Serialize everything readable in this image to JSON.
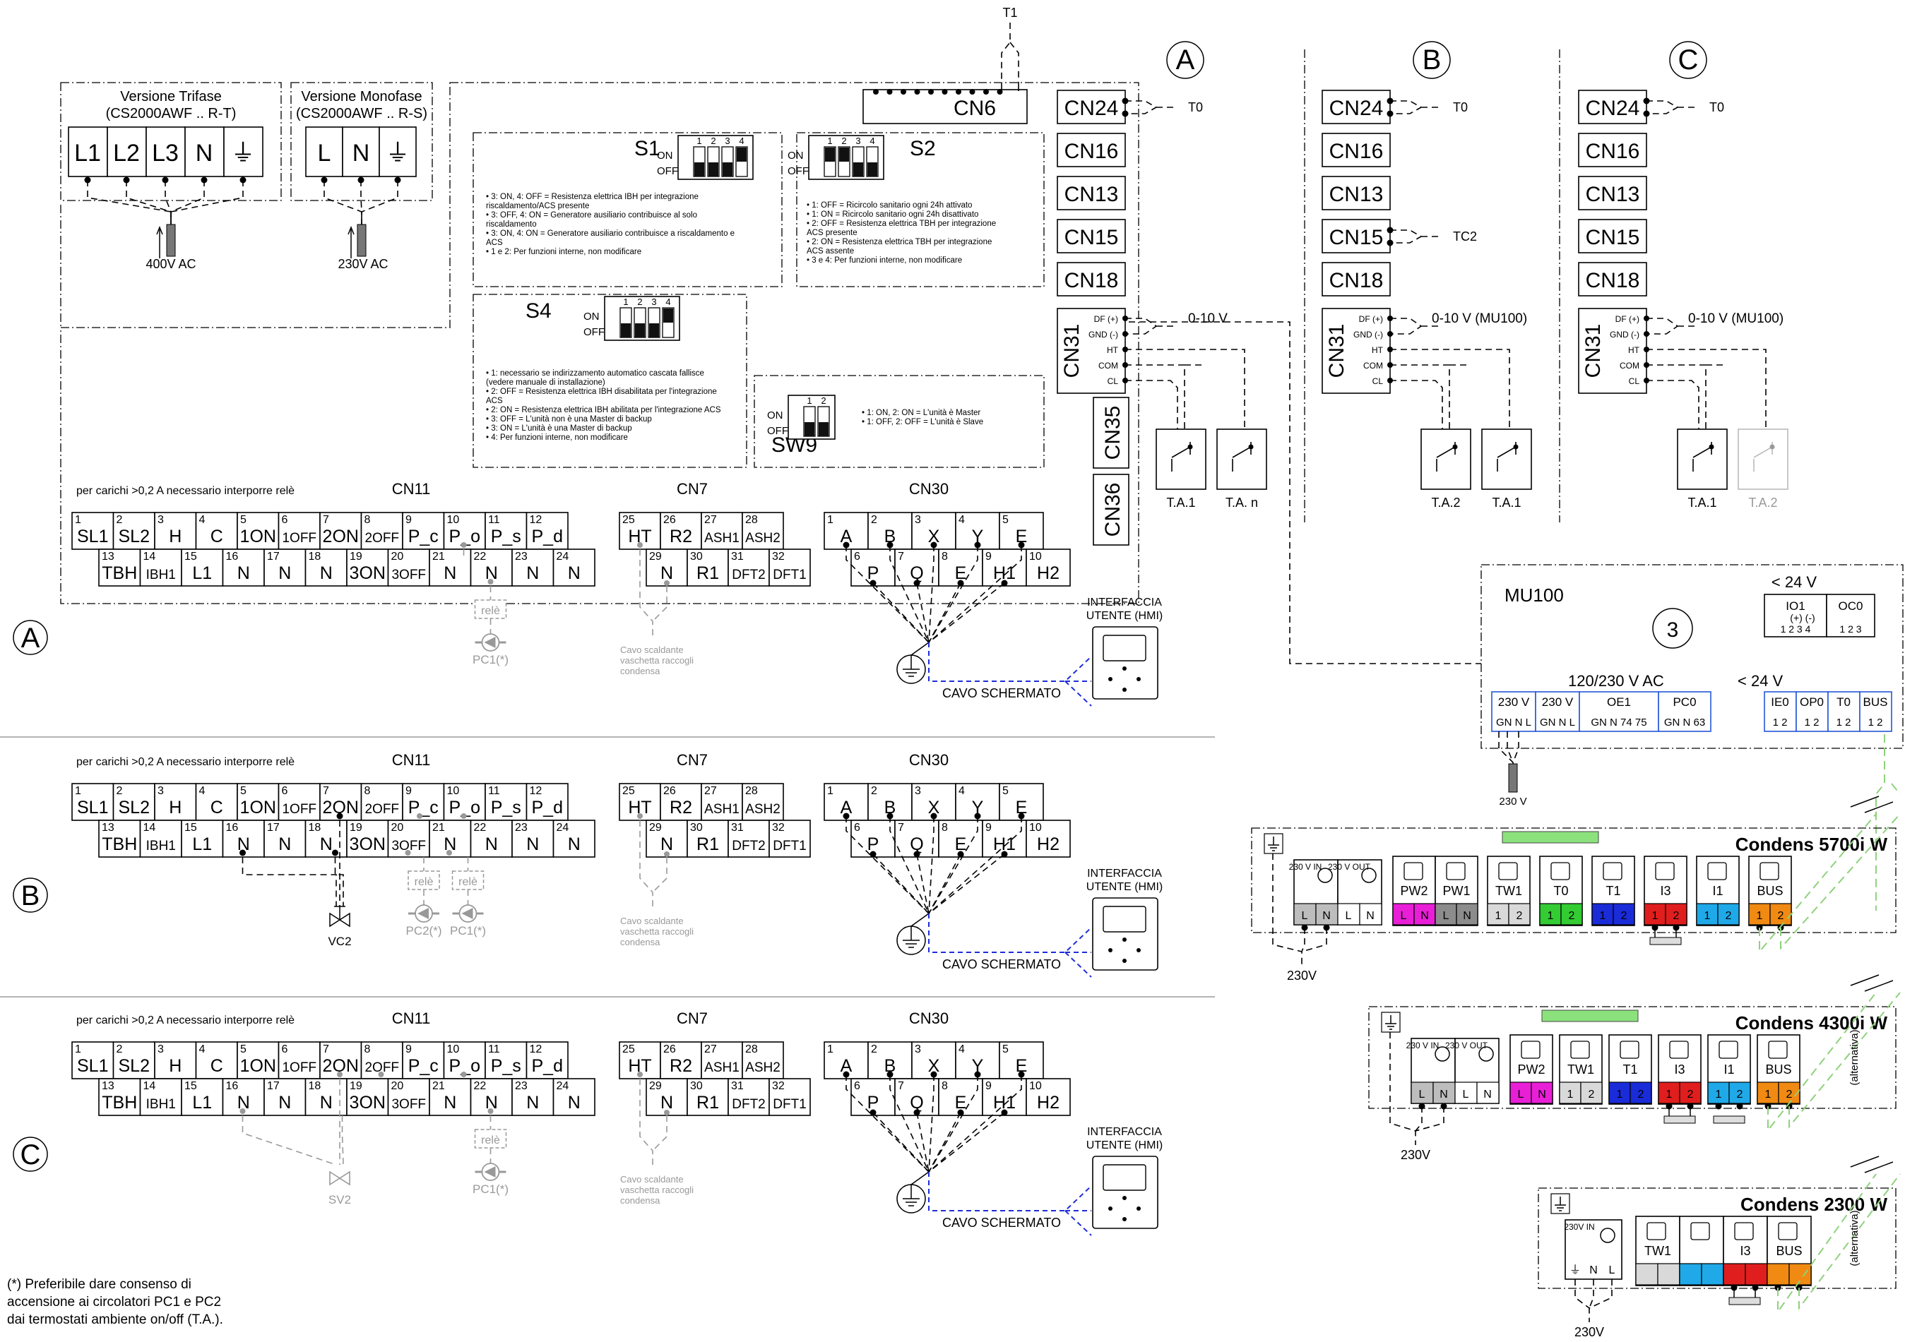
{
  "power": {
    "trifase_title": "Versione Trifase",
    "trifase_model": "(CS2000AWF .. R-T)",
    "trifase_terms": [
      "L1",
      "L2",
      "L3",
      "N",
      "⏚"
    ],
    "trifase_volt": "400V AC",
    "mono_title": "Versione Monofase",
    "mono_model": "(CS2000AWF .. R-S)",
    "mono_terms": [
      "L",
      "N",
      "⏚"
    ],
    "mono_volt": "230V AC"
  },
  "top": {
    "t1": "T1",
    "cn6": "CN6",
    "t0": "T0",
    "tc2": "TC2",
    "zero10": "0-10 V",
    "zero10mu": "0-10 V (MU100)"
  },
  "connectors": [
    "CN24",
    "CN16",
    "CN13",
    "CN15",
    "CN18"
  ],
  "cn31": {
    "label": "CN31",
    "pins": [
      "DF (+)",
      "GND (-)",
      "HT",
      "COM",
      "CL"
    ]
  },
  "cn35": "CN35",
  "cn36": "CN36",
  "ta": {
    "ta1": "T.A.1",
    "tan": "T.A. n",
    "ta2": "T.A.2"
  },
  "columns": {
    "a": "A",
    "b": "B",
    "c": "C"
  },
  "s1": {
    "title": "S1",
    "nums": [
      "1",
      "2",
      "3",
      "4"
    ],
    "on": "ON",
    "off": "OFF",
    "notes": [
      "• 3: ON, 4: OFF = Resistenza elettrica IBH per integrazione",
      "riscaldamento/ACS presente",
      "• 3: OFF, 4: ON = Generatore ausiliario contribuisce al solo",
      "riscaldamento",
      "• 3: ON, 4: ON = Generatore ausiliario contribuisce a riscaldamento e",
      "ACS",
      "• 1 e 2: Per funzioni interne, non modificare"
    ]
  },
  "s2": {
    "title": "S2",
    "nums": [
      "1",
      "2",
      "3",
      "4"
    ],
    "on": "ON",
    "off": "OFF",
    "notes": [
      "• 1: OFF = Ricircolo sanitario ogni 24h attivato",
      "• 1: ON = Ricircolo sanitario ogni 24h disattivato",
      "• 2: OFF = Resistenza elettrica TBH per integrazione",
      "ACS presente",
      "• 2: ON = Resistenza elettrica TBH per integrazione",
      "ACS  assente",
      "• 3 e 4: Per funzioni interne, non modificare"
    ]
  },
  "s4": {
    "title": "S4",
    "nums": [
      "1",
      "2",
      "3",
      "4"
    ],
    "on": "ON",
    "off": "OFF",
    "notes": [
      "• 1: necessario se indirizzamento automatico cascata fallisce",
      "(vedere manuale di installazione)",
      "• 2: OFF = Resistenza elettrica IBH disabilitata per l'integrazione",
      "ACS",
      "• 2: ON = Resistenza elettrica IBH abilitata per l'integrazione ACS",
      "• 3: OFF = L'unità non è una Master di backup",
      "• 3: ON = L'unità è una Master di backup",
      "• 4: Per funzioni interne, non modificare"
    ]
  },
  "sw9": {
    "title": "SW9",
    "nums": [
      "1",
      "2"
    ],
    "on": "ON",
    "off": "OFF",
    "notes": [
      "• 1: ON, 2: ON = L'unità è Master",
      "• 1: OFF, 2: OFF = L'unità è Slave"
    ]
  },
  "sections": {
    "note_relay": "per carichi >0,2 A necessario interporre relè",
    "cn11": "CN11",
    "cn7": "CN7",
    "cn30": "CN30",
    "cn11_top": [
      [
        "1",
        "SL1"
      ],
      [
        "2",
        "SL2"
      ],
      [
        "3",
        "H"
      ],
      [
        "4",
        "C"
      ],
      [
        "5",
        "1ON"
      ],
      [
        "6",
        "1OFF"
      ],
      [
        "7",
        "2ON"
      ],
      [
        "8",
        "2OFF"
      ],
      [
        "9",
        "P_c"
      ],
      [
        "10",
        "P_o"
      ],
      [
        "11",
        "P_s"
      ],
      [
        "12",
        "P_d"
      ]
    ],
    "cn11_bot": [
      [
        "13",
        "TBH"
      ],
      [
        "14",
        "IBH1"
      ],
      [
        "15",
        "L1"
      ],
      [
        "16",
        "N"
      ],
      [
        "17",
        "N"
      ],
      [
        "18",
        "N"
      ],
      [
        "19",
        "3ON"
      ],
      [
        "20",
        "3OFF"
      ],
      [
        "21",
        "N"
      ],
      [
        "22",
        "N"
      ],
      [
        "23",
        "N"
      ],
      [
        "24",
        "N"
      ]
    ],
    "cn7_top": [
      [
        "25",
        "HT"
      ],
      [
        "26",
        "R2"
      ],
      [
        "27",
        "ASH1"
      ],
      [
        "28",
        "ASH2"
      ]
    ],
    "cn7_bot": [
      [
        "29",
        "N"
      ],
      [
        "30",
        "R1"
      ],
      [
        "31",
        "DFT2"
      ],
      [
        "32",
        "DFT1"
      ]
    ],
    "cn30_top": [
      [
        "1",
        "A"
      ],
      [
        "2",
        "B"
      ],
      [
        "3",
        "X"
      ],
      [
        "4",
        "Y"
      ],
      [
        "5",
        "E"
      ]
    ],
    "cn30_bot": [
      [
        "6",
        "P"
      ],
      [
        "7",
        "Q"
      ],
      [
        "8",
        "E"
      ],
      [
        "9",
        "H1"
      ],
      [
        "10",
        "H2"
      ]
    ],
    "rele": "relè",
    "pc1": "PC1(*)",
    "pc2": "PC2(*)",
    "vc2": "VC2",
    "sv2": "SV2",
    "cavo_scaldante": [
      "Cavo scaldante",
      "vaschetta raccogli",
      "condensa"
    ],
    "hmi": [
      "INTERFACCIA",
      "UTENTE (HMI)"
    ],
    "cavo_schermato": "CAVO SCHERMATO"
  },
  "footnote": [
    "(*) Preferibile dare consenso di",
    "accensione ai circolatori PC1 e PC2",
    "dai termostati ambiente on/off (T.A.)."
  ],
  "mu100": {
    "title": "MU100",
    "lt24": "< 24 V",
    "io1": "IO1",
    "io1_pol": "(+) (-)",
    "io1_pins": "1  2  3  4",
    "oc0": "OC0",
    "oc0_pins": "1  2  3",
    "num": "3",
    "ac": "120/230 V AC",
    "lt24b": "< 24 V",
    "blocks": [
      {
        "h": "230 V",
        "p": "GN  N  L"
      },
      {
        "h": "230 V",
        "p": "GN  N  L"
      },
      {
        "h": "OE1",
        "p": "GN  N  74  75"
      },
      {
        "h": "PC0",
        "p": "GN  N  63"
      }
    ],
    "blocks2": [
      {
        "h": "IE0",
        "p": "1  2"
      },
      {
        "h": "OP0",
        "p": "1  2"
      },
      {
        "h": "T0",
        "p": "1  2"
      },
      {
        "h": "BUS",
        "p": "1  2"
      }
    ],
    "v230": "230 V"
  },
  "boilers": [
    {
      "name": "Condens 5700i W",
      "v": "230V",
      "in": "230 V IN",
      "out": "230 V OUT",
      "terms": [
        {
          "l": "PW2",
          "p": [
            "L",
            "N"
          ],
          "c": "#e81fd6"
        },
        {
          "l": "PW1",
          "p": [
            "L",
            "N"
          ],
          "c": "#8c8c8c"
        },
        {
          "l": "TW1",
          "p": [
            "1",
            "2"
          ],
          "c": "#d9d9d9"
        },
        {
          "l": "T0",
          "p": [
            "1",
            "2"
          ],
          "c": "#33cc33"
        },
        {
          "l": "T1",
          "p": [
            "1",
            "2"
          ],
          "c": "#1a2bd8"
        },
        {
          "l": "I3",
          "p": [
            "1",
            "2"
          ],
          "c": "#e01e1e"
        },
        {
          "l": "I1",
          "p": [
            "1",
            "2"
          ],
          "c": "#1fa9e8"
        },
        {
          "l": "BUS",
          "p": [
            "1",
            "2"
          ],
          "c": "#f08a12"
        }
      ]
    },
    {
      "name": "Condens 4300i W",
      "v": "230V",
      "in": "230 V IN",
      "out": "230 V OUT",
      "alt": "(alternativa)",
      "terms": [
        {
          "l": "PW2",
          "p": [
            "L",
            "N"
          ],
          "c": "#e81fd6"
        },
        {
          "l": "TW1",
          "p": [
            "1",
            "2"
          ],
          "c": "#d9d9d9"
        },
        {
          "l": "T1",
          "p": [
            "1",
            "2"
          ],
          "c": "#1a2bd8"
        },
        {
          "l": "I3",
          "p": [
            "1",
            "2"
          ],
          "c": "#e01e1e"
        },
        {
          "l": "I1",
          "p": [
            "1",
            "2"
          ],
          "c": "#1fa9e8"
        },
        {
          "l": "BUS",
          "p": [
            "1",
            "2"
          ],
          "c": "#f08a12"
        }
      ]
    },
    {
      "name": "Condens 2300 W",
      "v": "230V",
      "in": "230V IN",
      "alt": "(alternativa)",
      "terms": [
        {
          "l": "TW1",
          "p": [
            "",
            ""
          ],
          "c": "#d9d9d9"
        },
        {
          "l": "",
          "p": [
            "",
            ""
          ],
          "c": "#1fa9e8"
        },
        {
          "l": "I3",
          "p": [
            "",
            ""
          ],
          "c": "#e01e1e"
        },
        {
          "l": "BUS",
          "p": [
            "",
            ""
          ],
          "c": "#f08a12"
        }
      ]
    }
  ]
}
